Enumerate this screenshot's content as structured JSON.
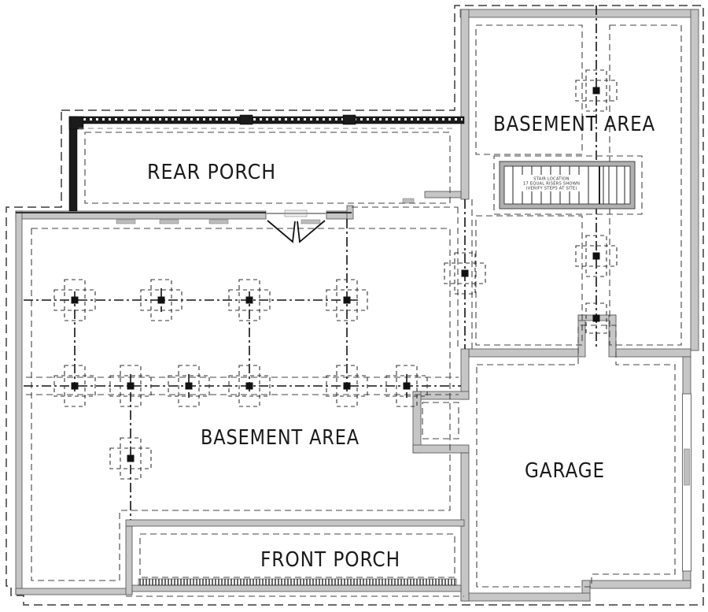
{
  "drawing": {
    "type": "basement-foundation-floor-plan",
    "rooms": {
      "rear_porch": {
        "label": "REAR PORCH"
      },
      "basement_upper": {
        "label": "BASEMENT AREA"
      },
      "basement_main": {
        "label": "BASEMENT AREA"
      },
      "garage": {
        "label": "GARAGE"
      },
      "front_porch": {
        "label": "FRONT PORCH"
      }
    },
    "stair_note": {
      "line1": "STAIR LOCATION",
      "line2": "17 EQUAL RISERS SHOWN",
      "line3": "(VERIFY STEPS AT SITE)"
    },
    "colors": {
      "background": "#ffffff",
      "wall_fill": "#c6c6c6",
      "wall_edge": "#4f4f4f",
      "porch_band": "#1b1b1b",
      "dashed_line": "#3c3c3c",
      "beam_line": "#121212",
      "text": "#1a1a1a"
    }
  }
}
